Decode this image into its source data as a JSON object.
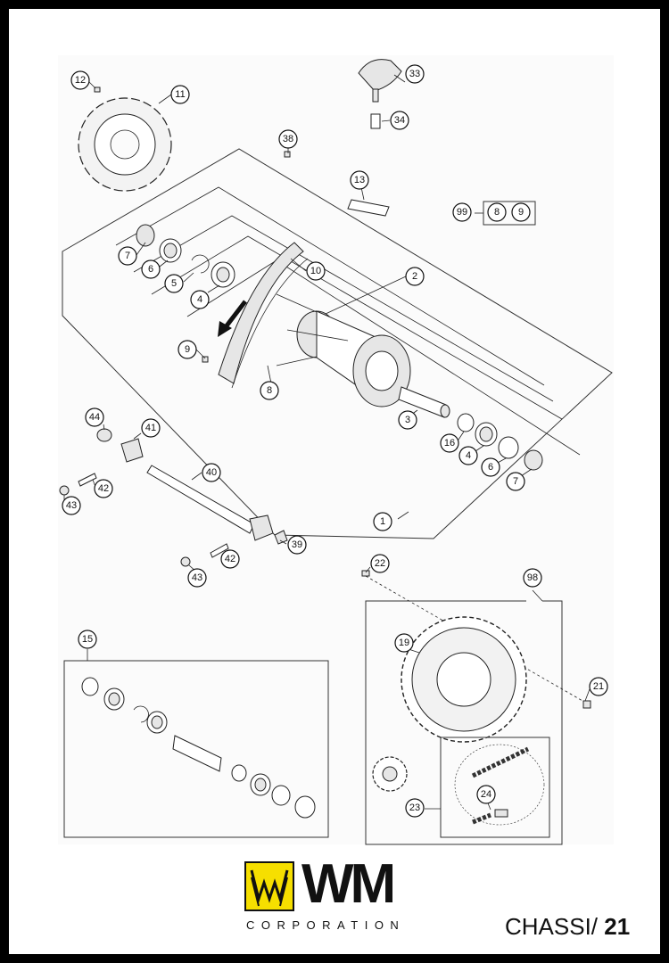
{
  "callouts": {
    "c1": "1",
    "c2": "2",
    "c3": "3",
    "c4a": "4",
    "c4b": "4",
    "c5": "5",
    "c6a": "6",
    "c6b": "6",
    "c7a": "7",
    "c7b": "7",
    "c8": "8",
    "c9": "9",
    "c10": "10",
    "c11": "11",
    "c12": "12",
    "c13": "13",
    "c15": "15",
    "c16": "16",
    "c19": "19",
    "c21": "21",
    "c22": "22",
    "c23": "23",
    "c24": "24",
    "c33": "33",
    "c34": "34",
    "c38": "38",
    "c39": "39",
    "c40": "40",
    "c41": "41",
    "c42a": "42",
    "c42b": "42",
    "c43a": "43",
    "c43b": "43",
    "c44": "44",
    "c98": "98",
    "c99": "99",
    "c99_8": "8",
    "c99_9": "9"
  },
  "footer": {
    "logo_text": "WM",
    "logo_subtext": "CORPORATION",
    "section_label": "CHASSI/ ",
    "page_number": "21"
  },
  "colors": {
    "frame": "#000000",
    "logo_yellow": "#f6df00"
  }
}
